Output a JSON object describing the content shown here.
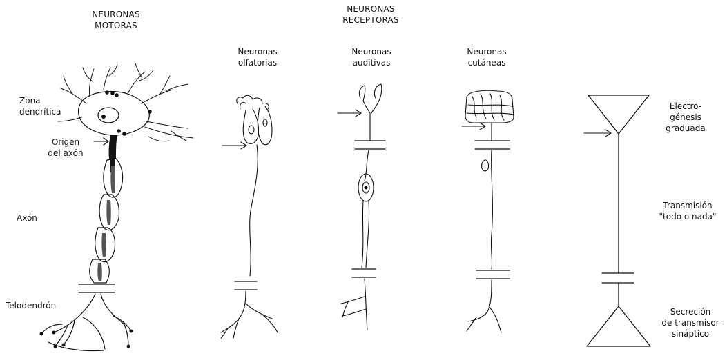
{
  "headers": {
    "motor": [
      "NEURONAS",
      "MOTORAS"
    ],
    "receptor": [
      "NEURONAS",
      "RECEPTORAS"
    ]
  },
  "columns": {
    "olfactory": [
      "Neuronas",
      "olfatorias"
    ],
    "auditory": [
      "Neuronas",
      "auditivas"
    ],
    "cutaneous": [
      "Neuronas",
      "cutáneas"
    ]
  },
  "left_labels": {
    "dendritic_zone": [
      "Zona",
      "dendrítica"
    ],
    "axon_origin": [
      "Origen",
      "del axón"
    ],
    "axon": "Axón",
    "telodendron": "Telodendrón"
  },
  "right_labels": {
    "electrogenesis": [
      "Electro-",
      "génesis",
      "graduada"
    ],
    "transmission": [
      "Transmisión",
      "\"todo o nada\""
    ],
    "secretion": [
      "Secreción",
      "de transmisor",
      "sináptico"
    ]
  }
}
